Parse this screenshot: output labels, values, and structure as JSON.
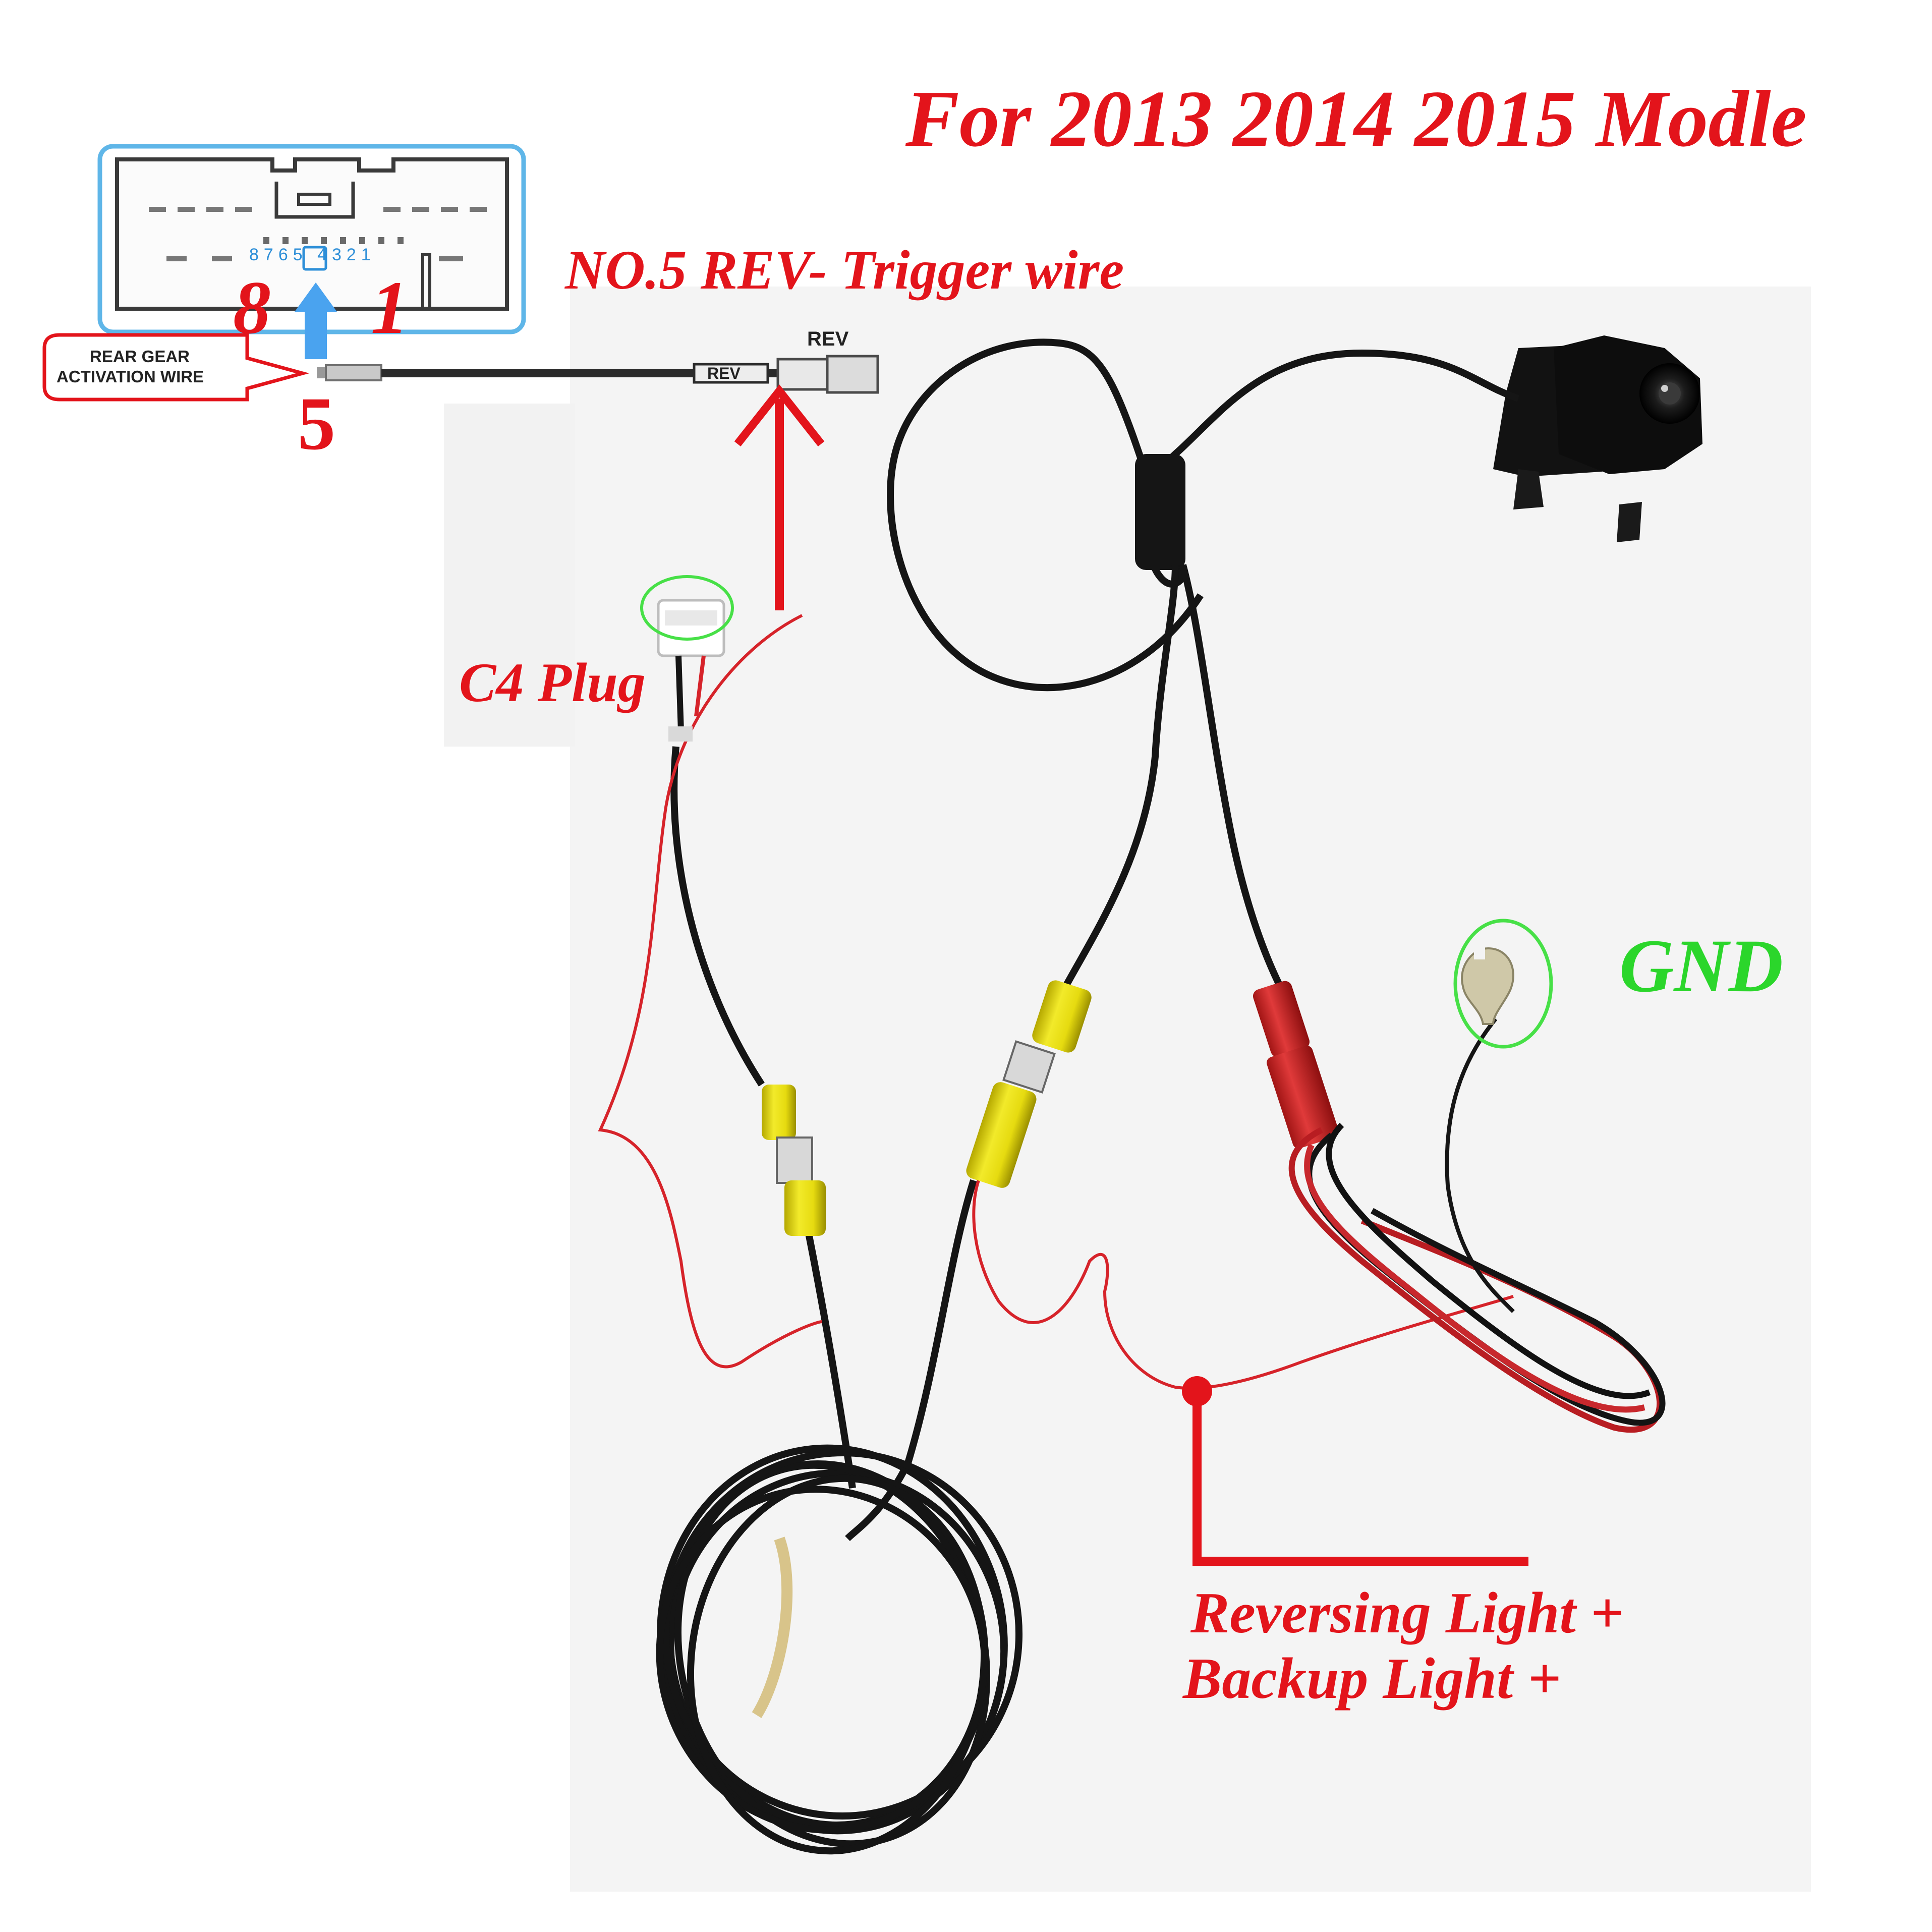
{
  "labels": {
    "title": "For 2013 2014 2015 Modle",
    "trigger_wire": "NO.5 REV- Trigger wire",
    "pin_8": "8",
    "pin_1": "1",
    "pin_5": "5",
    "c4_plug": "C4 Plug",
    "gnd": "GND",
    "reversing_light": "Reversing Light +",
    "backup_light": "Backup Light +"
  },
  "connector": {
    "pin_numbers": "8765 4321",
    "callout_line1": "REAR GEAR",
    "callout_line2": "ACTIVATION WIRE",
    "rev_tag_top": "REV",
    "rev_tag_inline": "REV"
  },
  "colors": {
    "label_red": "#e3141b",
    "label_green": "#2bd62b",
    "pin_highlight_blue": "#4aa3ef",
    "connector_outline_blue": "#5fb6e8"
  }
}
